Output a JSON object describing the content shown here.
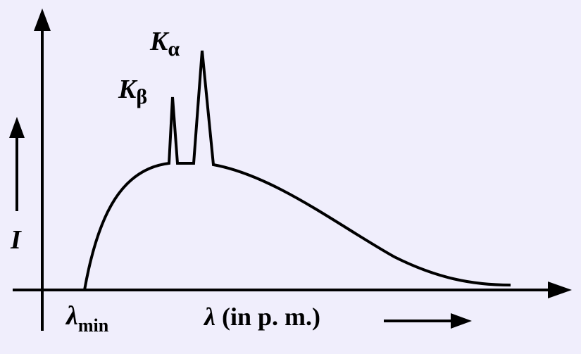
{
  "background": "#f0eefc",
  "line_color": "#000000",
  "y_axis": {
    "label": "I"
  },
  "x_axis": {
    "label": "λ (in p. m.)"
  },
  "lambda_min": {
    "symbol": "λ",
    "subscript": "min"
  },
  "peaks": [
    {
      "symbol": "K",
      "subscript": "β"
    },
    {
      "symbol": "K",
      "subscript": "α"
    }
  ]
}
